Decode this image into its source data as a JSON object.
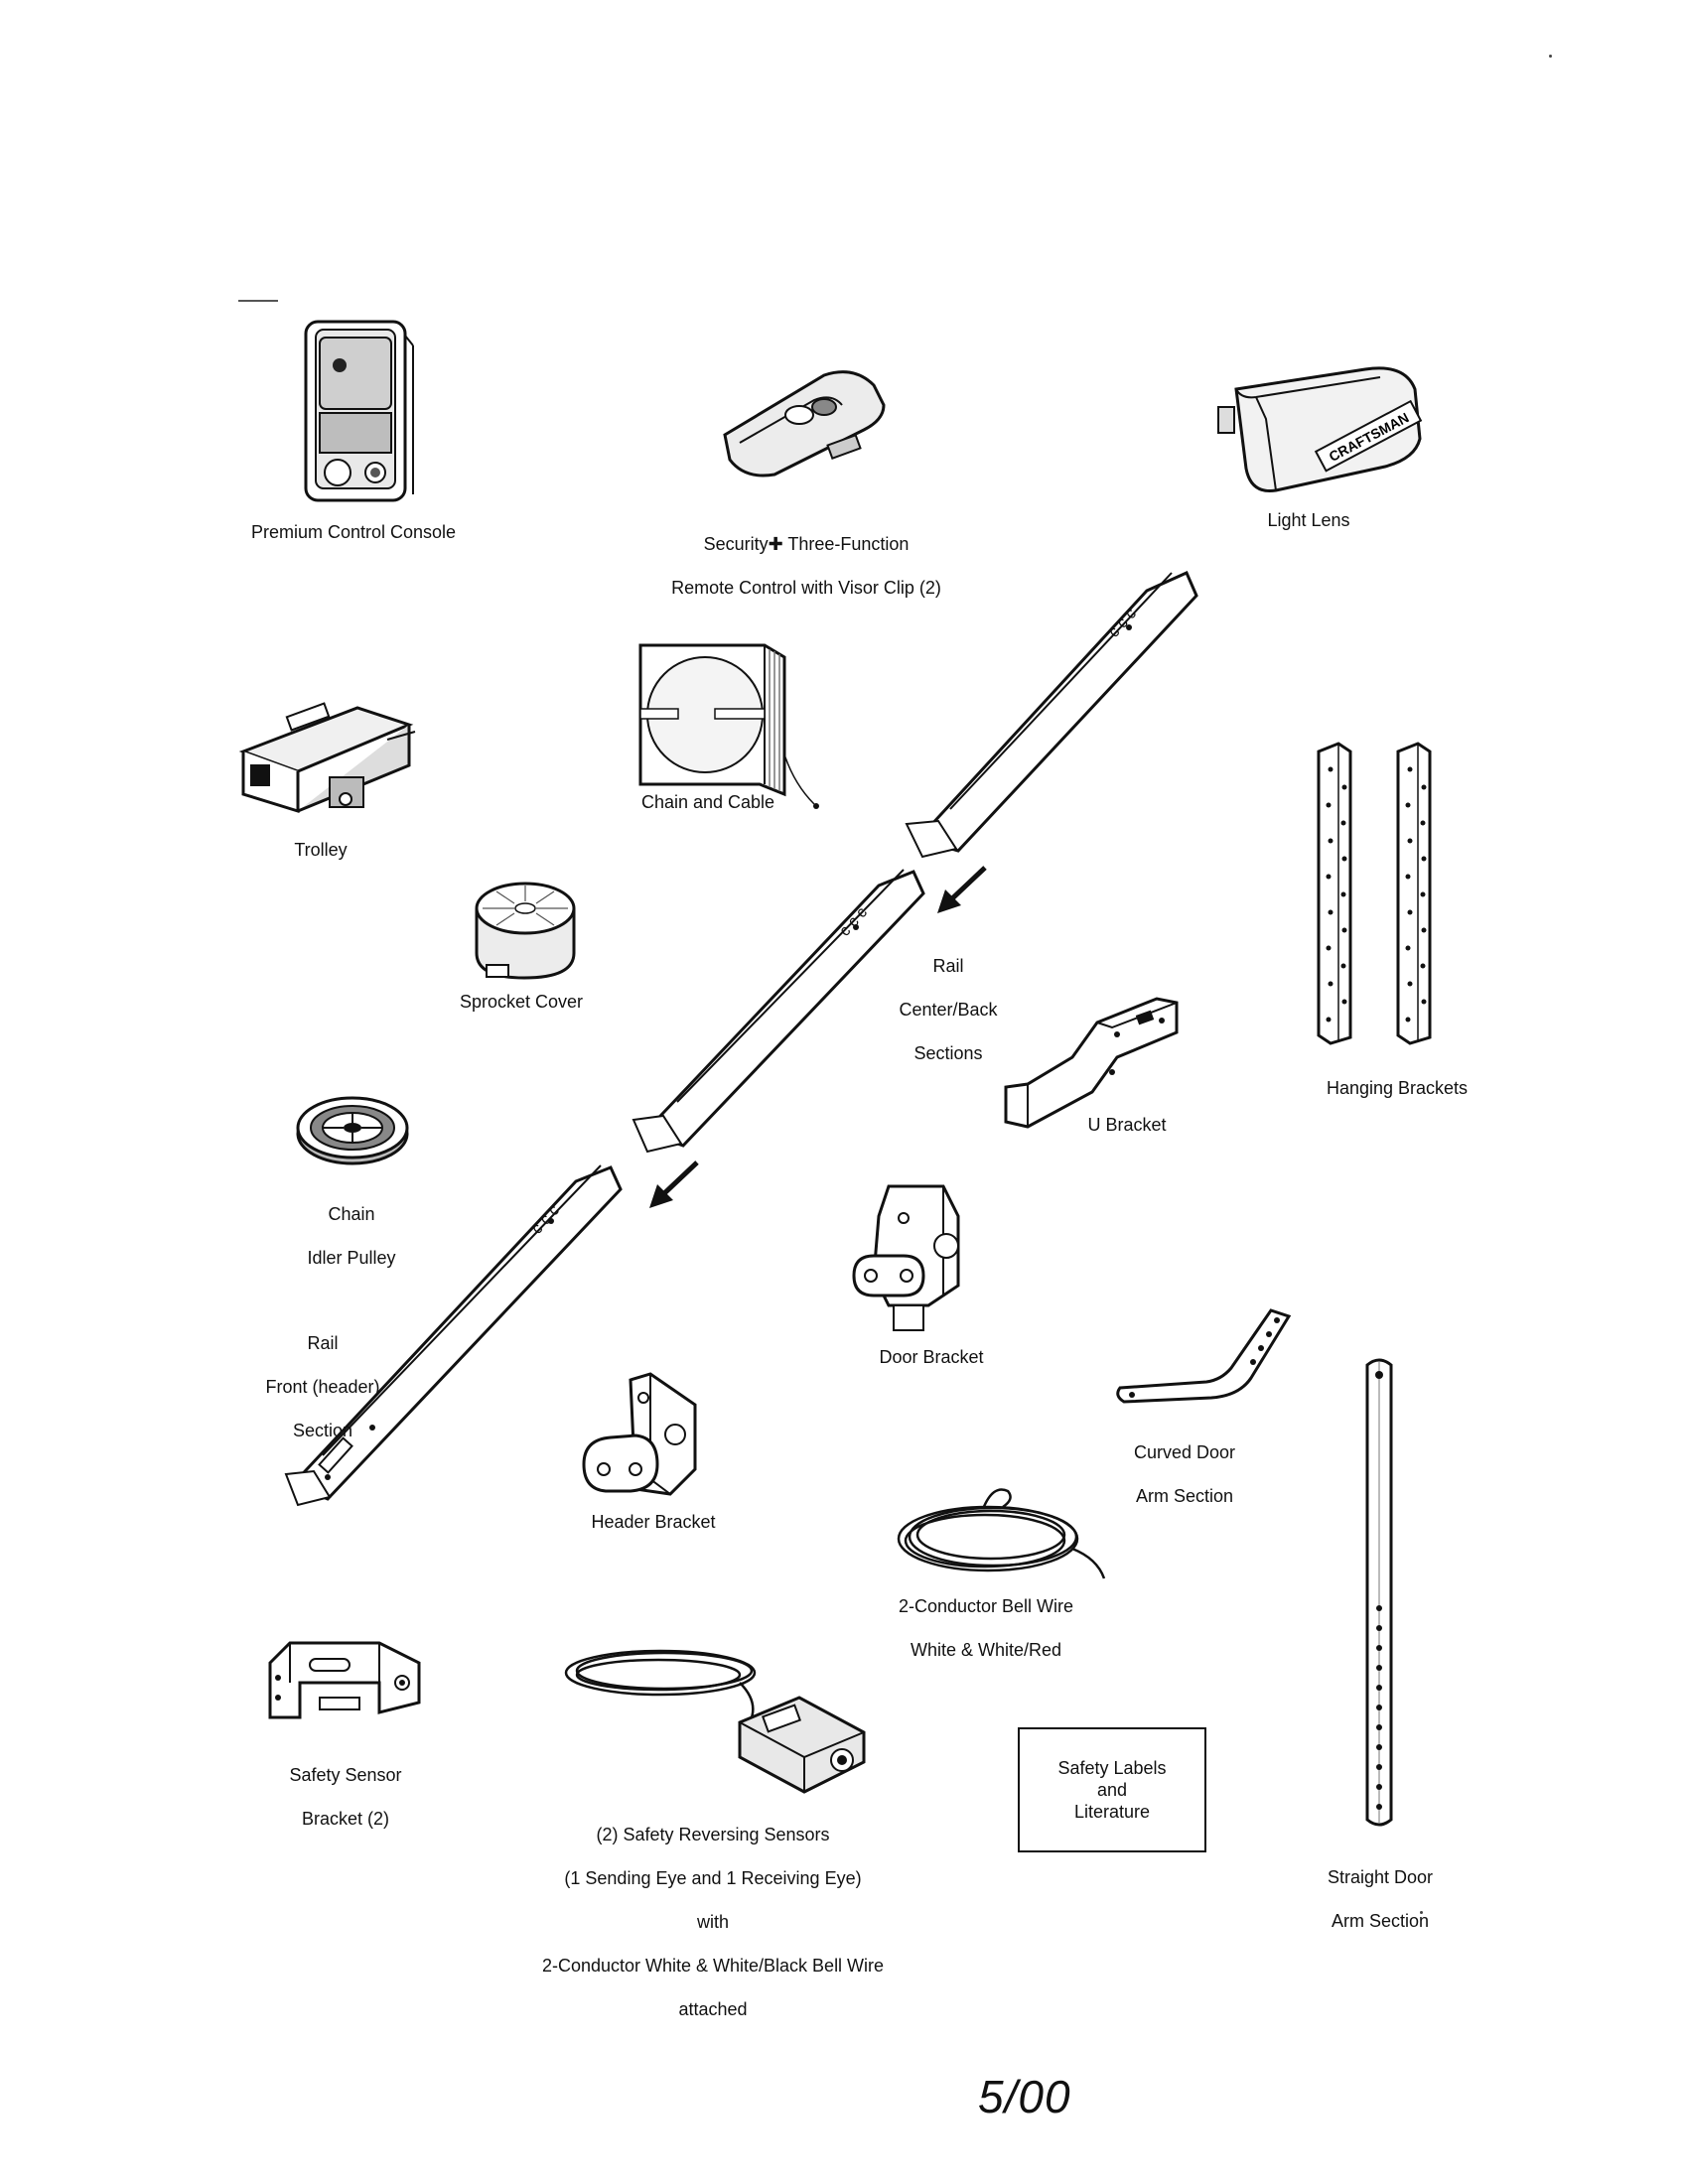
{
  "parts": {
    "premium_control_console": "Premium Control Console",
    "remote_control_line1": "Security✚ Three-Function",
    "remote_control_line2": "Remote Control with Visor Clip (2)",
    "light_lens": "Light Lens",
    "lens_brand": "CRAFTSMAN",
    "trolley": "Trolley",
    "chain_and_cable": "Chain and Cable",
    "rail_center_line1": "Rail",
    "rail_center_line2": "Center/Back",
    "rail_center_line3": "Sections",
    "hanging_brackets": "Hanging Brackets",
    "sprocket_cover": "Sprocket Cover",
    "u_bracket": "U Bracket",
    "chain_idler_line1": "Chain",
    "chain_idler_line2": "Idler Pulley",
    "rail_front_line1": "Rail",
    "rail_front_line2": "Front (header)",
    "rail_front_line3": "Section",
    "door_bracket": "Door Bracket",
    "curved_arm_line1": "Curved Door",
    "curved_arm_line2": "Arm Section",
    "header_bracket": "Header Bracket",
    "bell_wire_line1": "2-Conductor Bell Wire",
    "bell_wire_line2": "White & White/Red",
    "safety_sensor_bracket_line1": "Safety Sensor",
    "safety_sensor_bracket_line2": "Bracket (2)",
    "sensors_line1": "(2) Safety Reversing Sensors",
    "sensors_line2": "(1 Sending Eye and 1 Receiving Eye)",
    "sensors_line3": "with",
    "sensors_line4": "2-Conductor White & White/Black Bell Wire",
    "sensors_line5": "attached",
    "safety_labels_line1": "Safety Labels",
    "safety_labels_line2": "and",
    "safety_labels_line3": "Literature",
    "straight_arm_line1": "Straight Door",
    "straight_arm_line2": "Arm Section"
  },
  "footer": {
    "page_number": "5/00"
  }
}
